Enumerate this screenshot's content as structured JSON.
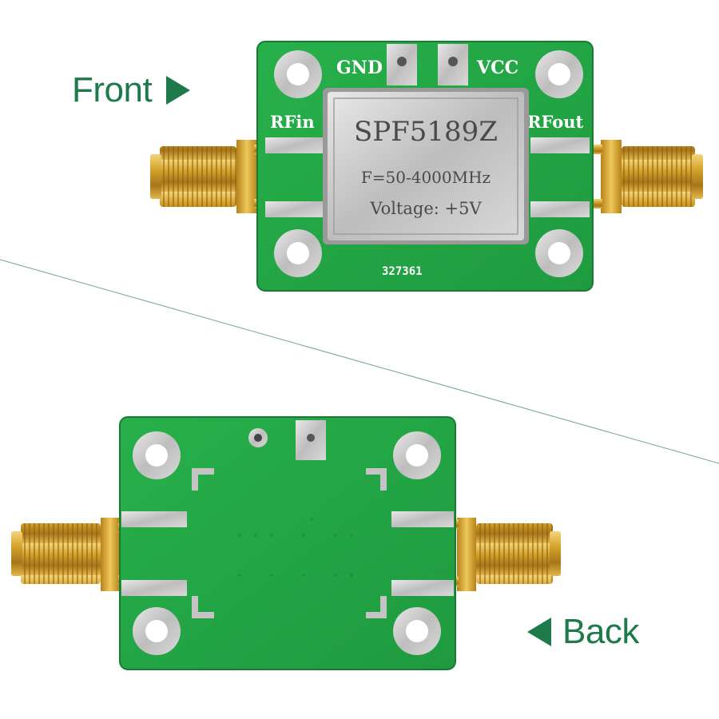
{
  "labels": {
    "front": "Front",
    "back": "Back"
  },
  "front_board": {
    "gnd": "GND",
    "vcc": "VCC",
    "rf_in": "RFin",
    "rf_out": "RFout",
    "chip_model": "SPF5189Z",
    "frequency": "F=50-4000MHz",
    "voltage": "Voltage: +5V",
    "serial": "327361"
  },
  "colors": {
    "pcb_green": "#2bb24c",
    "label_green": "#1e7a4a",
    "gold": "#d4a22a",
    "metal": "#c8c8c8"
  },
  "icons": {
    "front_arrow": "triangle-right-icon",
    "back_arrow": "triangle-left-icon"
  }
}
